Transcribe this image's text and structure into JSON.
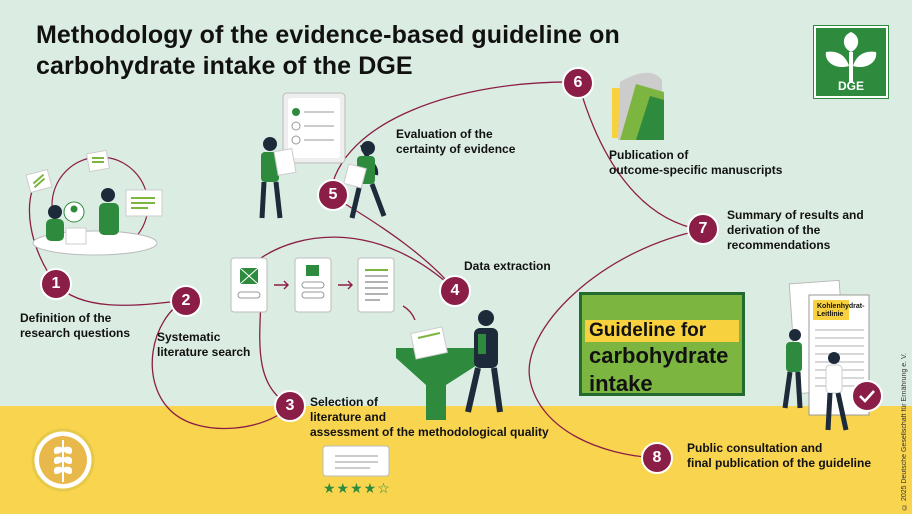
{
  "title": {
    "line1": "Methodology of the evidence-based guideline on",
    "line2": "carbohydrate intake of the DGE"
  },
  "logo": {
    "text": "DGE"
  },
  "steps": [
    {
      "number": "1",
      "lines": [
        "Definition of the",
        "research questions"
      ]
    },
    {
      "number": "2",
      "lines": [
        "Systematic",
        "literature search"
      ]
    },
    {
      "number": "3",
      "lines": [
        "Selection of",
        "literature and",
        "assessment of the methodological quality"
      ]
    },
    {
      "number": "4",
      "lines": [
        "Data extraction"
      ]
    },
    {
      "number": "5",
      "lines": [
        "Evaluation of the",
        "certainty of evidence"
      ]
    },
    {
      "number": "6",
      "lines": [
        "Publication of",
        "outcome-specific manuscripts"
      ]
    },
    {
      "number": "7",
      "lines": [
        "Summary of results and",
        "derivation of the",
        "recommendations"
      ]
    },
    {
      "number": "8",
      "lines": [
        "Public consultation and",
        "final publication of the guideline"
      ]
    }
  ],
  "guideline_box": {
    "line1": "Guideline for",
    "line2": "carbohydrate",
    "line3": "intake"
  },
  "document_label": {
    "line1": "Kohlenhydrat-",
    "line2": "Leitlinie"
  },
  "rating": {
    "stars": "★★★★☆"
  },
  "copyright": "© 2025 Deutsche Gesellschaft für Ernährung e. V.",
  "colors": {
    "background": "#dbede3",
    "ground": "#f8d44f",
    "step_circle": "#8b1e46",
    "green": "#2e8b3d",
    "light_green": "#7db541",
    "yellow": "#f7d13e"
  }
}
